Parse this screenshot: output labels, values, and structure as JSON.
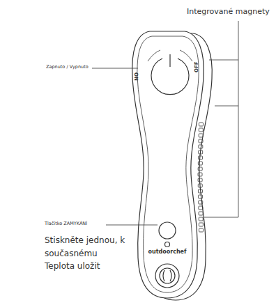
{
  "diagram": {
    "labels": [
      "Integrované magnety",
      "Zapnuto / Vypnuto",
      "ON",
      "OFF",
      "outdoorchef",
      "Tlačítko ZAMYKÁNÍ",
      "Stiskněte jednou, k současnému Teplota uložit"
    ]
  }
}
